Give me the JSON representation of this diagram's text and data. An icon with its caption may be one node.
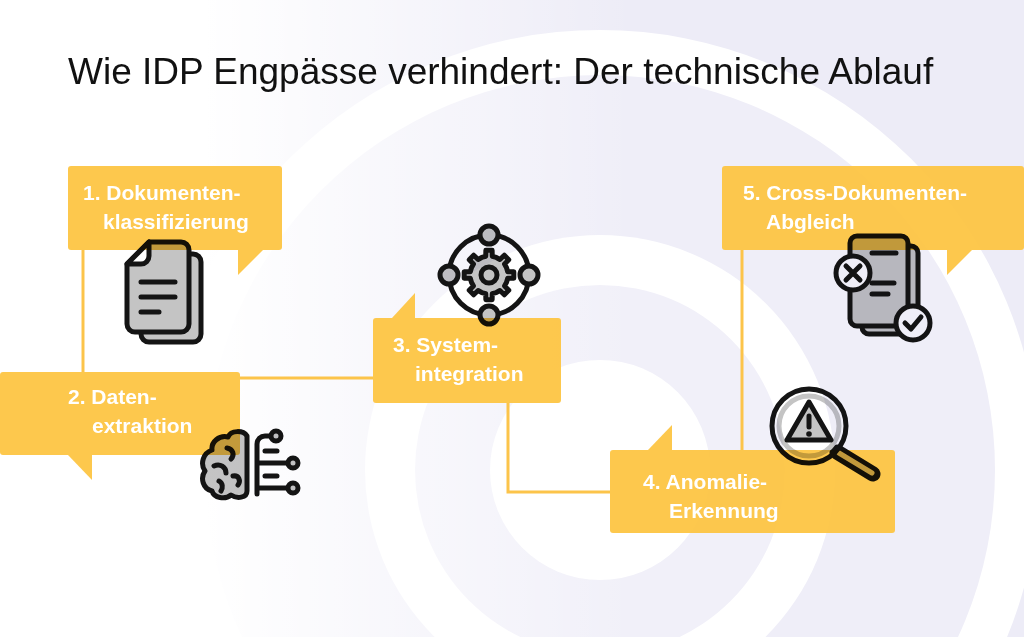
{
  "diagram": {
    "title": "Wie IDP Engpässe verhindert: Der technische Ablauf",
    "nodes": [
      {
        "text": [
          "1. Dokumenten- klassifizierung"
        ]
      },
      {
        "text": [
          "2. Daten- extraktion"
        ]
      },
      {
        "text": [
          "3. System- integration"
        ]
      },
      {
        "text": [
          "4. Anomalie- Erkennung"
        ]
      },
      {
        "text": [
          "5. Cross-Dokumenten- Abgleich"
        ]
      }
    ],
    "edges": [
      {
        "from": 0,
        "to": 1,
        "arrow": "none"
      },
      {
        "from": 1,
        "to": 2,
        "arrow": "none"
      },
      {
        "from": 2,
        "to": 3,
        "arrow": "none"
      },
      {
        "from": 3,
        "to": 4,
        "arrow": "none"
      }
    ]
  }
}
